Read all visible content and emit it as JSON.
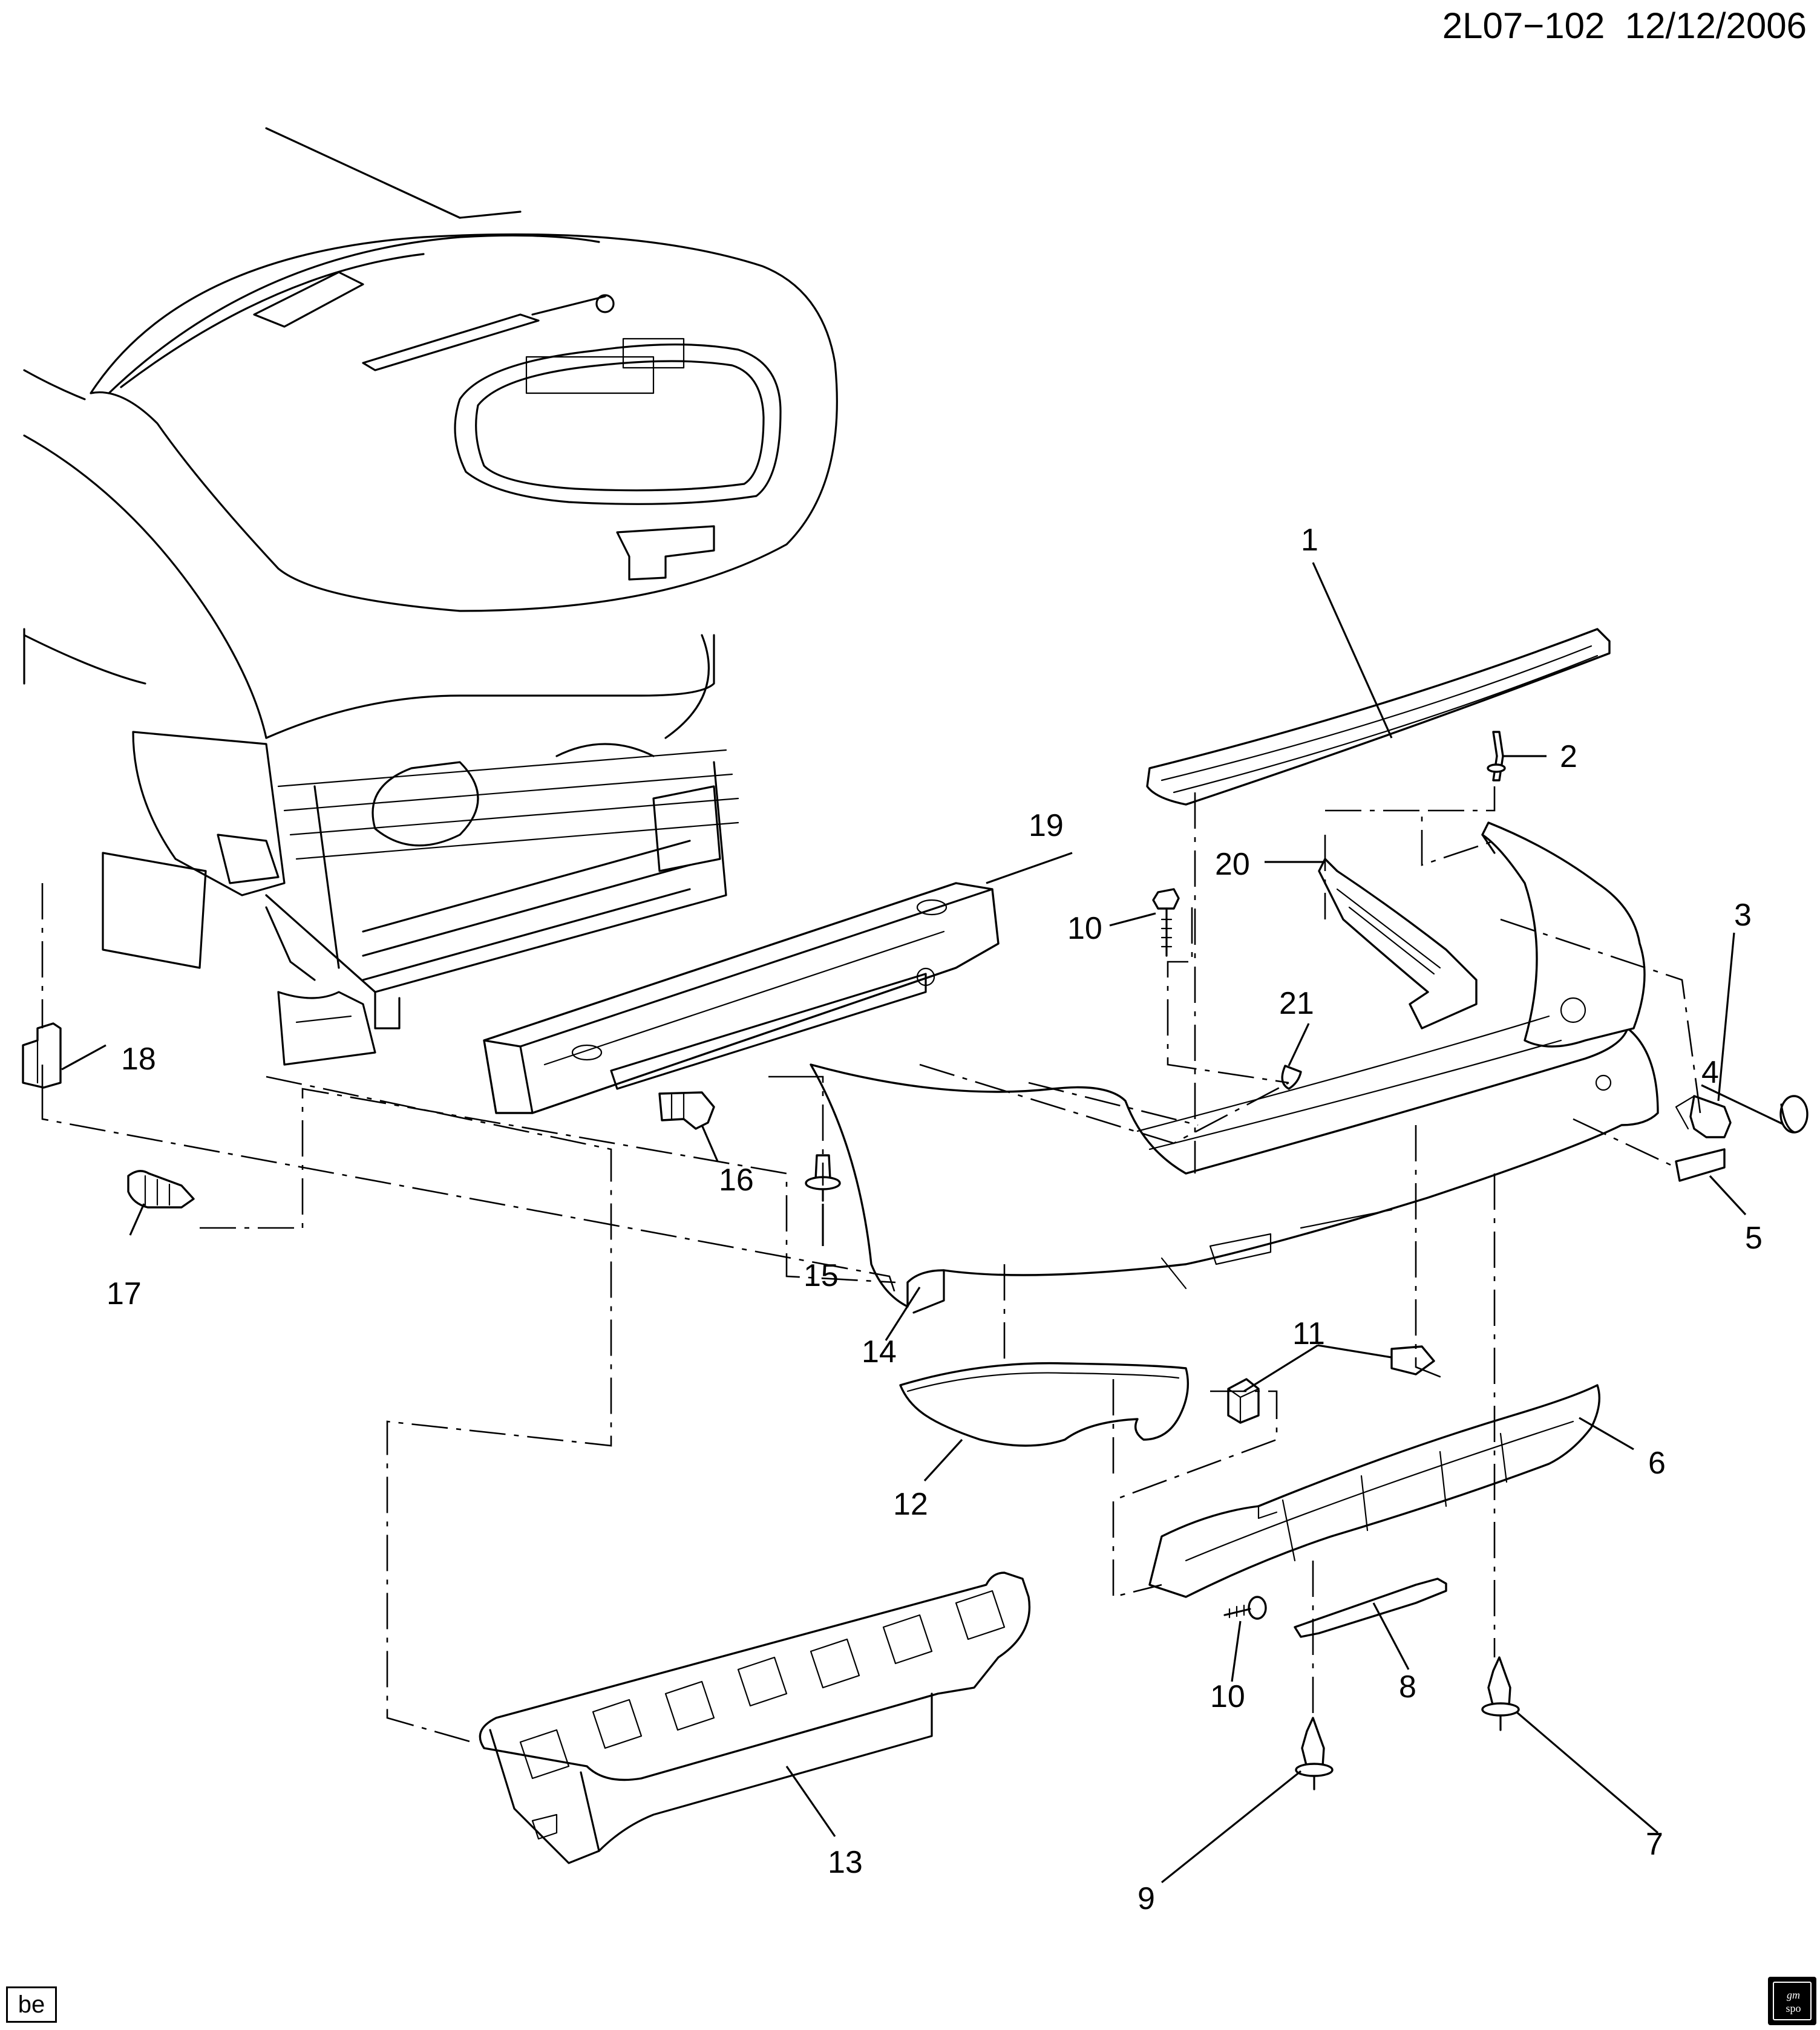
{
  "header": {
    "code": "2L07−102",
    "date": "12/12/2006"
  },
  "footer": {
    "corner_label": "be",
    "logo_text_top": "gm",
    "logo_text_bottom": "spo"
  },
  "callouts": [
    {
      "id": "c1",
      "text": "1"
    },
    {
      "id": "c2",
      "text": "2"
    },
    {
      "id": "c3",
      "text": "3"
    },
    {
      "id": "c4",
      "text": "4"
    },
    {
      "id": "c5",
      "text": "5"
    },
    {
      "id": "c6",
      "text": "6"
    },
    {
      "id": "c7",
      "text": "7"
    },
    {
      "id": "c8",
      "text": "8"
    },
    {
      "id": "c9",
      "text": "9"
    },
    {
      "id": "c10a",
      "text": "10"
    },
    {
      "id": "c10b",
      "text": "10"
    },
    {
      "id": "c11",
      "text": "11"
    },
    {
      "id": "c12",
      "text": "12"
    },
    {
      "id": "c13",
      "text": "13"
    },
    {
      "id": "c14",
      "text": "14"
    },
    {
      "id": "c15",
      "text": "15"
    },
    {
      "id": "c16",
      "text": "16"
    },
    {
      "id": "c17",
      "text": "17"
    },
    {
      "id": "c18",
      "text": "18"
    },
    {
      "id": "c19",
      "text": "19"
    },
    {
      "id": "c20",
      "text": "20"
    },
    {
      "id": "c21",
      "text": "21"
    }
  ]
}
